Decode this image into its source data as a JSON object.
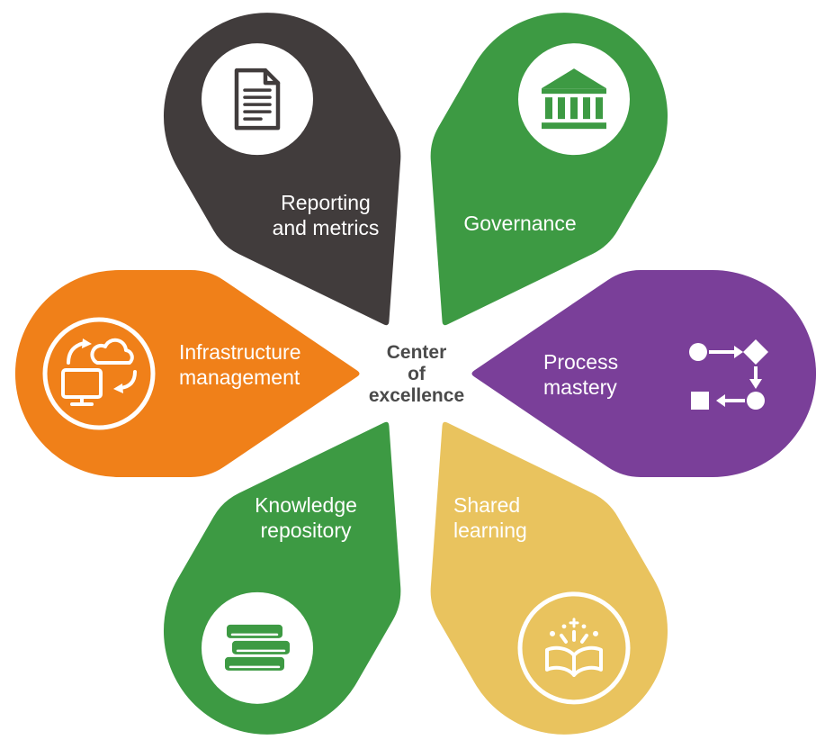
{
  "colors": {
    "charcoal": "#413c3c",
    "green": "#3d9a43",
    "purple": "#7a3f99",
    "orange": "#f08019",
    "gold": "#e9c35e",
    "icon_white": "#ffffff",
    "center_text": "#4a4a4a"
  },
  "center": {
    "lines": [
      "Center",
      "of",
      "excellence"
    ]
  },
  "petals": [
    {
      "name": "reporting-and-metrics",
      "label_lines": [
        "Reporting",
        "and metrics"
      ],
      "icon": "report-document-icon",
      "color": "#413c3c"
    },
    {
      "name": "governance",
      "label_lines": [
        "Governance"
      ],
      "icon": "bank-icon",
      "color": "#3d9a43"
    },
    {
      "name": "process-mastery",
      "label_lines": [
        "Process",
        "mastery"
      ],
      "icon": "flowchart-icon",
      "color": "#7a3f99"
    },
    {
      "name": "shared-learning",
      "label_lines": [
        "Shared",
        "learning"
      ],
      "icon": "open-book-sparkles-icon",
      "color": "#e9c35e"
    },
    {
      "name": "knowledge-repository",
      "label_lines": [
        "Knowledge",
        "repository"
      ],
      "icon": "book-stack-icon",
      "color": "#3d9a43"
    },
    {
      "name": "infrastructure-management",
      "label_lines": [
        "Infrastructure",
        "management"
      ],
      "icon": "monitor-cloud-sync-icon",
      "color": "#f08019"
    }
  ]
}
